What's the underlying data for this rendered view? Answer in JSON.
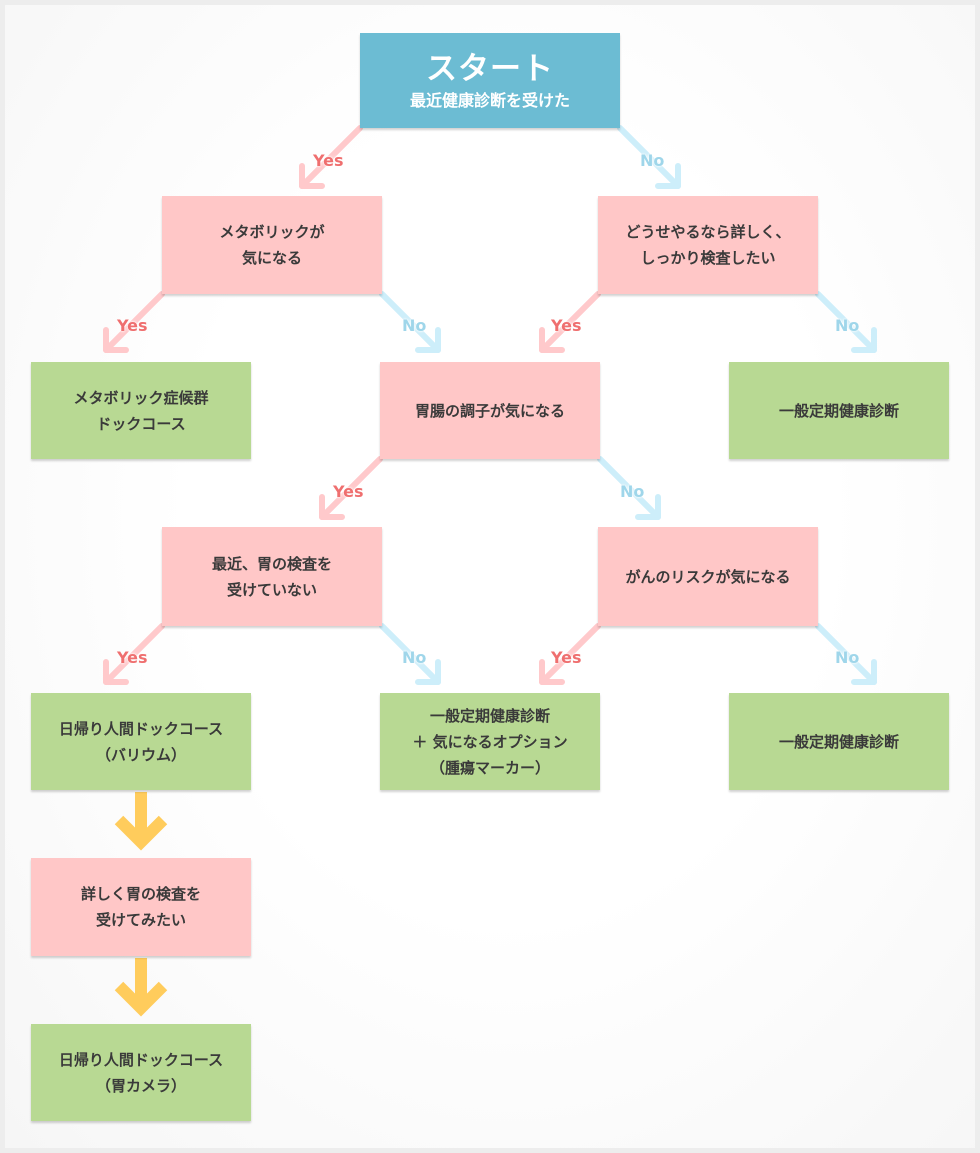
{
  "start": {
    "title": "スタート",
    "question": "最近健康診断を受けた"
  },
  "labels": {
    "yes": "Yes",
    "no": "No"
  },
  "questions": {
    "q_metabolic": "メタボリックが\n気になる",
    "q_detailed": "どうせやるなら詳しく、\nしっかり検査したい",
    "q_gi": "胃腸の調子が気になる",
    "q_stomach_recent": "最近、胃の検査を\n受けていない",
    "q_cancer": "がんのリスクが気になる",
    "q_detailed_stomach": "詳しく胃の検査を\n受けてみたい"
  },
  "results": {
    "r_metabolic_dock": "メタボリック症候群\nドックコース",
    "r_regular_1": "一般定期健康診断",
    "r_day_dock_barium": "日帰り人間ドックコース\n（バリウム）",
    "r_regular_options": "一般定期健康診断\n＋ 気になるオプション\n（腫瘍マーカー）",
    "r_regular_2": "一般定期健康診断",
    "r_day_dock_camera": "日帰り人間ドックコース\n（胃カメラ）"
  },
  "colors": {
    "start": "#6cbcd3",
    "question": "#ffc7c7",
    "result": "#b8d993",
    "yes_line": "#ffc9cb",
    "no_line": "#cdeefa",
    "yes_text": "#ef6f6f",
    "no_text": "#9fd6ea",
    "down_arrow": "#ffcc5c"
  }
}
